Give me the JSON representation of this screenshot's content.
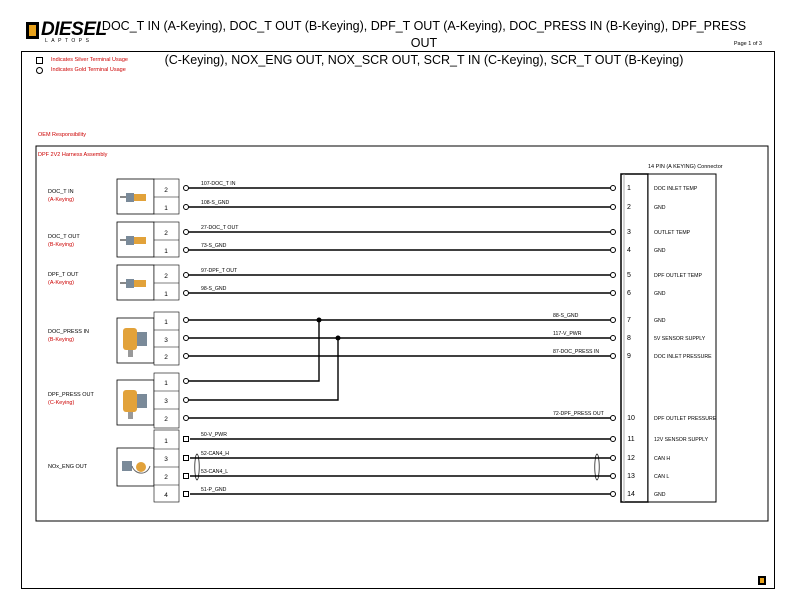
{
  "header": {
    "logo_word": "DIESEL",
    "logo_sub": "LAPTOPS",
    "title_line1": "DOC_T IN (A-Keying), DOC_T OUT (B-Keying), DPF_T OUT (A-Keying), DOC_PRESS IN (B-Keying), DPF_PRESS OUT",
    "title_line2": "(C-Keying), NOX_ENG OUT, NOX_SCR OUT, SCR_T IN (C-Keying), SCR_T OUT (B-Keying)",
    "page": "Page 1 of 3"
  },
  "legend": {
    "silver": "Indicates Silver Terminal Usage",
    "gold": "Indicates Gold Terminal Usage"
  },
  "section": {
    "oem": "OEM Responsibility",
    "harness": "DPF 2V2 Harness Assembly"
  },
  "connector": {
    "title": "14 PIN (A KEYING) Connector"
  },
  "sensors": [
    {
      "name": "DOC_T IN",
      "keying": "(A-Keying)"
    },
    {
      "name": "DOC_T OUT",
      "keying": "(B-Keying)"
    },
    {
      "name": "DPF_T OUT",
      "keying": "(A-Keying)"
    },
    {
      "name": "DOC_PRESS IN",
      "keying": "(B-Keying)"
    },
    {
      "name": "DPF_PRESS OUT",
      "keying": "(C-Keying)"
    },
    {
      "name": "NOx_ENG OUT",
      "keying": ""
    }
  ],
  "sensor_pins": [
    "2",
    "1",
    "2",
    "1",
    "2",
    "1",
    "1",
    "3",
    "2",
    "1",
    "3",
    "2",
    "1",
    "3",
    "2",
    "4"
  ],
  "wires": [
    {
      "label": "107-DOC_T IN",
      "pin": "1",
      "func": "DOC INLET TEMP"
    },
    {
      "label": "108-S_GND",
      "pin": "2",
      "func": "GND"
    },
    {
      "label": "27-DOC_T OUT",
      "pin": "3",
      "func": "OUTLET TEMP"
    },
    {
      "label": "73-S_GND",
      "pin": "4",
      "func": "GND"
    },
    {
      "label": "97-DPF_T OUT",
      "pin": "5",
      "func": "DPF OUTLET TEMP"
    },
    {
      "label": "98-S_GND",
      "pin": "6",
      "func": "GND"
    },
    {
      "label": "88-S_GND",
      "pin": "7",
      "func": "GND"
    },
    {
      "label": "117-V_PWR",
      "pin": "8",
      "func": "5V SENSOR SUPPLY"
    },
    {
      "label": "87-DOC_PRESS IN",
      "pin": "9",
      "func": "DOC INLET PRESSURE"
    },
    {
      "label": "72-DPF_PRESS OUT",
      "pin": "10",
      "func": "DPF OUTLET PRESSURE"
    },
    {
      "label": "50-V_PWR",
      "pin": "11",
      "func": "12V SENSOR SUPPLY"
    },
    {
      "label": "52-CAN4_H",
      "pin": "12",
      "func": "CAN H"
    },
    {
      "label": "53-CAN4_L",
      "pin": "13",
      "func": "CAN L"
    },
    {
      "label": "51-P_GND",
      "pin": "14",
      "func": "GND"
    }
  ]
}
